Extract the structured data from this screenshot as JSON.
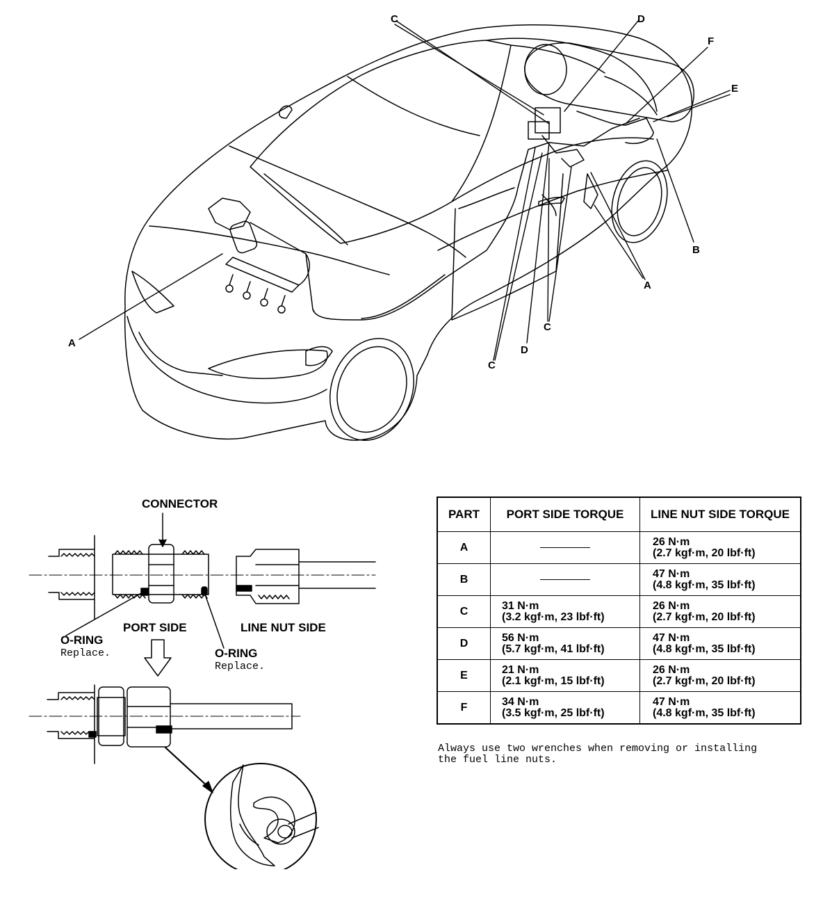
{
  "callouts": {
    "c_top": "C",
    "d_top": "D",
    "f_top": "F",
    "e_right": "E",
    "b_right": "B",
    "a_right": "A",
    "c_mid": "C",
    "c_low": "C",
    "d_low": "D",
    "a_left": "A"
  },
  "detail": {
    "connector": "CONNECTOR",
    "port_side": "PORT SIDE",
    "line_nut_side": "LINE NUT SIDE",
    "oring_left_title": "O-RING",
    "oring_left_note": "Replace.",
    "oring_right_title": "O-RING",
    "oring_right_note": "Replace."
  },
  "table": {
    "headers": [
      "PART",
      "PORT SIDE TORQUE",
      "LINE NUT SIDE TORQUE"
    ],
    "rows": [
      {
        "part": "A",
        "port": [
          "",
          ""
        ],
        "line": [
          "26 N·m",
          "(2.7 kgf·m, 20 lbf·ft)"
        ]
      },
      {
        "part": "B",
        "port": [
          "",
          ""
        ],
        "line": [
          "47 N·m",
          "(4.8 kgf·m, 35 lbf·ft)"
        ]
      },
      {
        "part": "C",
        "port": [
          "31 N·m",
          "(3.2 kgf·m, 23 lbf·ft)"
        ],
        "line": [
          "26 N·m",
          "(2.7 kgf·m, 20 lbf·ft)"
        ]
      },
      {
        "part": "D",
        "port": [
          "56 N·m",
          "(5.7 kgf·m, 41 lbf·ft)"
        ],
        "line": [
          "47 N·m",
          "(4.8 kgf·m, 35 lbf·ft)"
        ]
      },
      {
        "part": "E",
        "port": [
          "21 N·m",
          "(2.1 kgf·m, 15 lbf·ft)"
        ],
        "line": [
          "26 N·m",
          "(2.7 kgf·m, 20 lbf·ft)"
        ]
      },
      {
        "part": "F",
        "port": [
          "34 N·m",
          "(3.5 kgf·m, 25 lbf·ft)"
        ],
        "line": [
          "47 N·m",
          "(4.8 kgf·m, 35 lbf·ft)"
        ]
      }
    ]
  },
  "footnote": {
    "line1": "Always use two wrenches when removing or installing",
    "line2": "the fuel line nuts."
  }
}
